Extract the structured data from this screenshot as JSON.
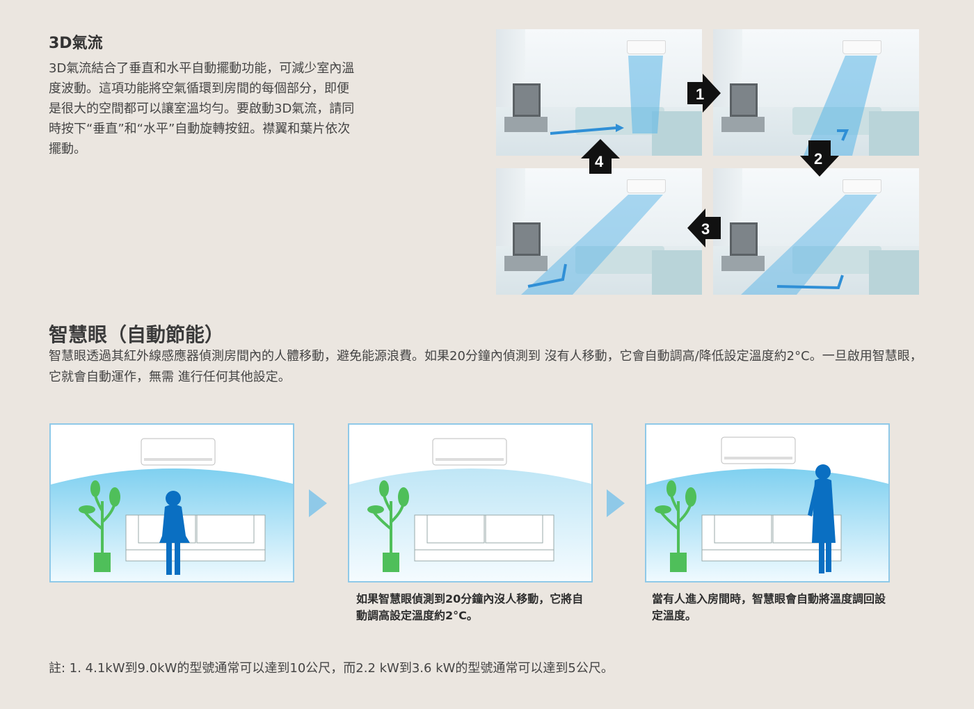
{
  "airflow": {
    "title": "3D氣流",
    "description": "3D氣流結合了垂直和水平自動擺動功能，可減少室內溫度波動。這項功能將空氣循環到房間的每個部分，即便是很大的空間都可以讓室溫均勻。要啟動3D氣流，請同時按下“垂直”和“水平”自動旋轉按鈕。襟翼和葉片依次擺動。",
    "steps": [
      "1",
      "2",
      "3",
      "4"
    ]
  },
  "smart_eye": {
    "title": "智慧眼（自動節能）",
    "description": "智慧眼透過其紅外線感應器偵測房間內的人體移動，避免能源浪費。如果20分鐘內偵測到 沒有人移動，它會自動調高/降低設定溫度約2°C。一旦啟用智慧眼，它就會自動運作，無需 進行任何其他設定。",
    "captions": [
      "如果智慧眼偵測到20分鐘內沒人移動，它將自動調高設定溫度約2°C。",
      "當有人進入房間時，智慧眼會自動將溫度調回設定溫度。"
    ]
  },
  "note": "註: 1. 4.1kW到9.0kW的型號通常可以達到10公尺，而2.2 kW到3.6 kW的型號通常可以達到5公尺。",
  "colors": {
    "background": "#ebe6e0",
    "airflow_blue": "#5bb6e8",
    "person_blue": "#0a6fc2",
    "plant_green": "#4fbf5a",
    "panel_border": "#8fc9e8"
  }
}
